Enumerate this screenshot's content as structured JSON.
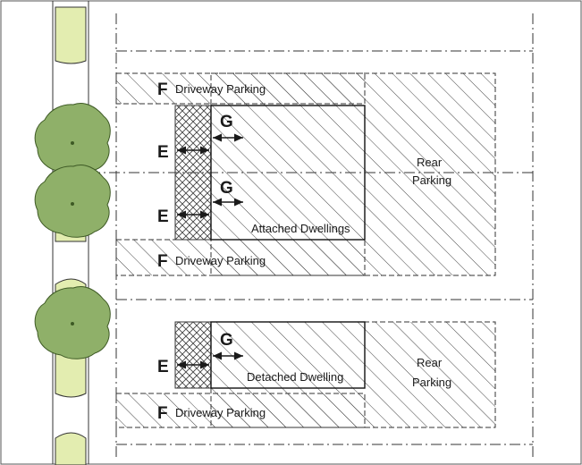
{
  "labels": {
    "driveway_parking": "Driveway Parking",
    "rear_parking_1": "Rear",
    "rear_parking_2": "Parking",
    "attached_dwellings": "Attached Dwellings",
    "detached_dwelling": "Detached Dwelling",
    "letter_e": "E",
    "letter_f": "F",
    "letter_g": "G"
  },
  "colors": {
    "verge_green": "#e3edb0",
    "tree_fill": "#8fb069",
    "tree_fill_dark": "#6f9a47",
    "line": "#222222"
  }
}
